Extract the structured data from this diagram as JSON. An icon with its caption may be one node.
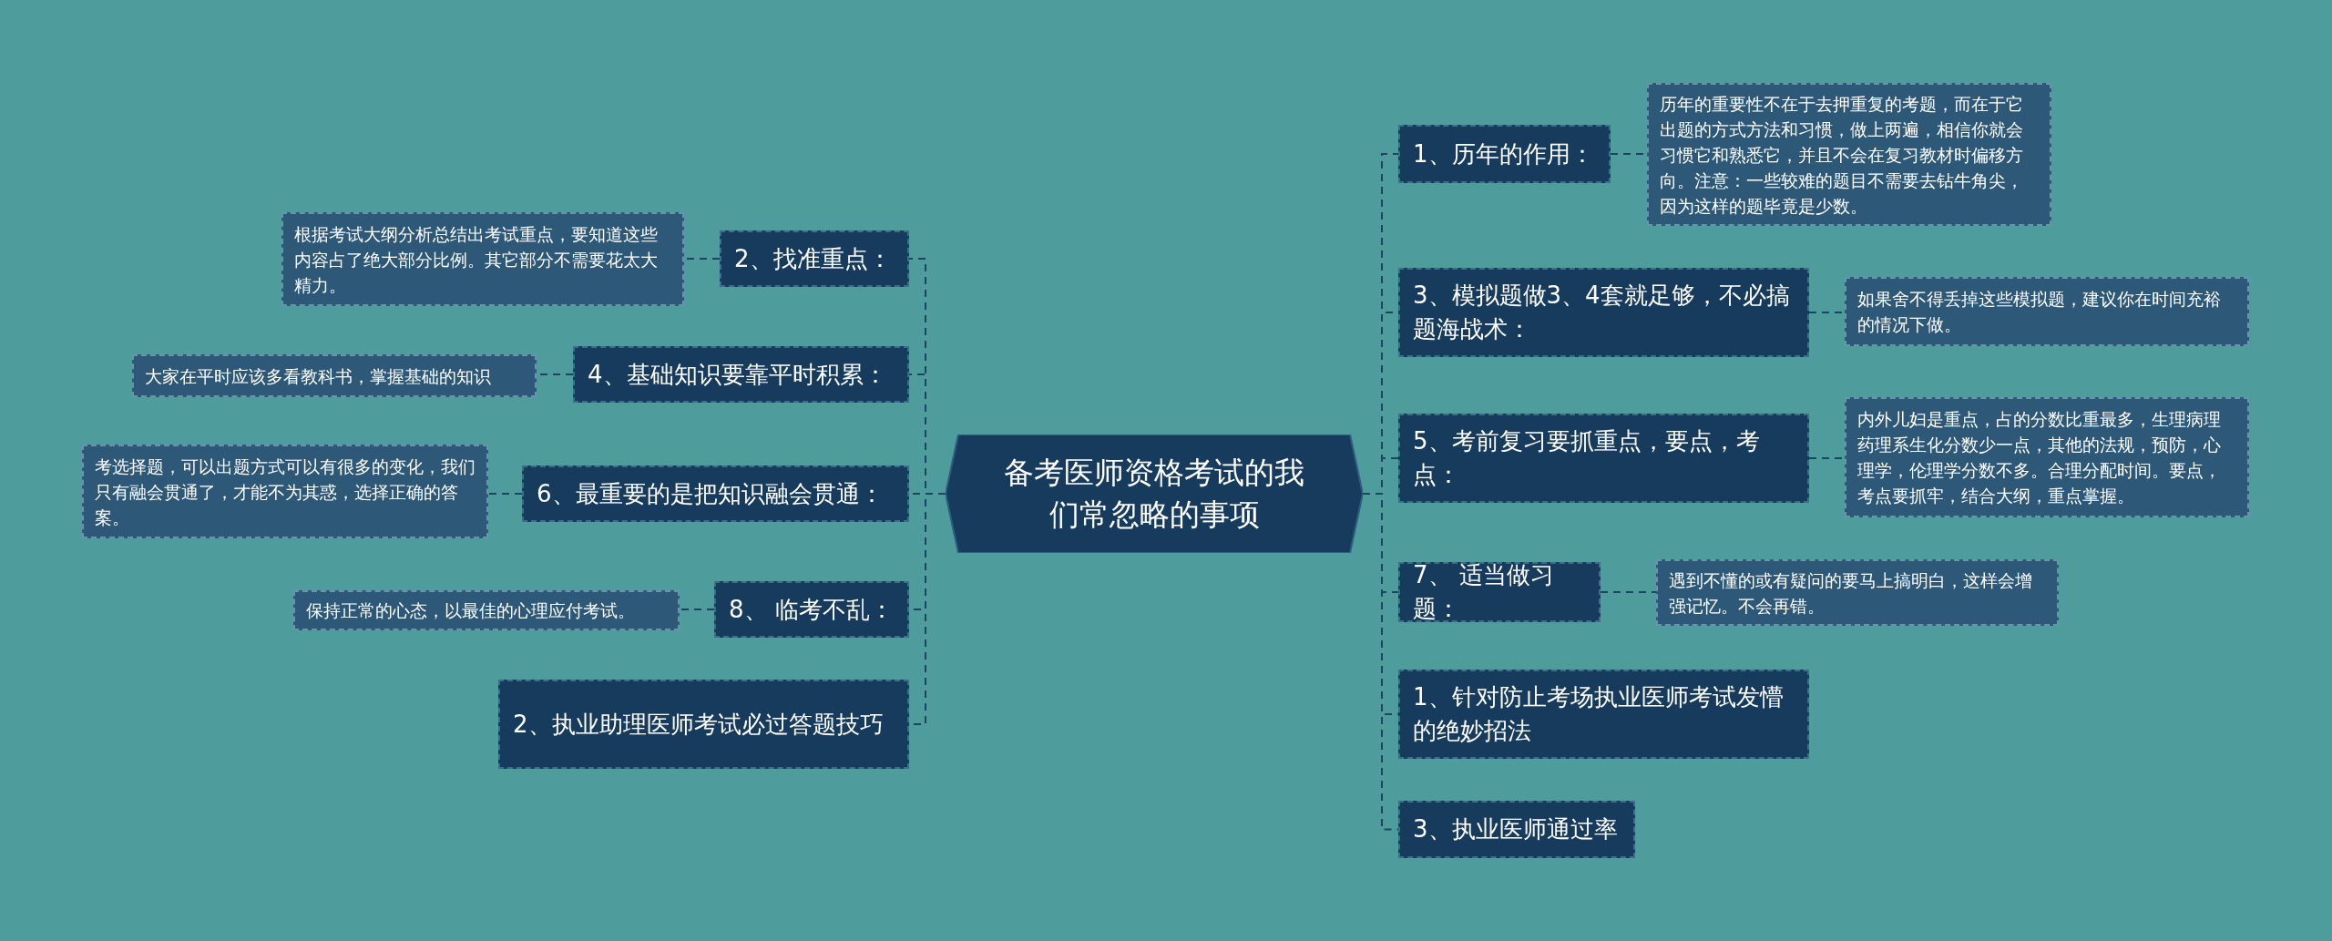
{
  "diagram": {
    "nodes": [
      {
        "text": [
          "备考医师资格考试的我们常忽略的事项"
        ]
      },
      {
        "text": [
          "2、找准重点："
        ]
      },
      {
        "text": [
          "根据考试大纲分析总结出考试重点，要知道这些内容占了绝大部分比例。其它部分不需要花太大精力。"
        ]
      },
      {
        "text": [
          "4、基础知识要靠平时积累："
        ]
      },
      {
        "text": [
          "大家在平时应该多看教科书，掌握基础的知识"
        ]
      },
      {
        "text": [
          "6、最重要的是把知识融会贯通："
        ]
      },
      {
        "text": [
          "考选择题，可以出题方式可以有很多的变化，我们只有融会贯通了，才能不为其惑，选择正确的答案。"
        ]
      },
      {
        "text": [
          "8、 临考不乱："
        ]
      },
      {
        "text": [
          "保持正常的心态，以最佳的心理应付考试。"
        ]
      },
      {
        "text": [
          "2、执业助理医师考试必过答题技巧"
        ]
      },
      {
        "text": [
          "1、历年的作用："
        ]
      },
      {
        "text": [
          "历年的重要性不在于去押重复的考题，而在于它出题的方式方法和习惯，做上两遍，相信你就会习惯它和熟悉它，并且不会在复习教材时偏移方向。注意：一些较难的题目不需要去钻牛角尖，因为这样的题毕竟是少数。"
        ]
      },
      {
        "text": [
          "3、模拟题做3、4套就足够，不必搞题海战术："
        ]
      },
      {
        "text": [
          "如果舍不得丢掉这些模拟题，建议你在时间充裕的情况下做。"
        ]
      },
      {
        "text": [
          "5、考前复习要抓重点，要点，考点："
        ]
      },
      {
        "text": [
          "内外儿妇是重点，占的分数比重最多，生理病理药理系生化分数少一点，其他的法规，预防，心理学，伦理学分数不多。合理分配时间。要点，考点要抓牢，结合大纲，重点掌握。"
        ]
      },
      {
        "text": [
          "7、 适当做习题："
        ]
      },
      {
        "text": [
          "遇到不懂的或有疑问的要马上搞明白，这样会增强记忆。不会再错。"
        ]
      },
      {
        "text": [
          "1、针对防止考场执业医师考试发懵的绝妙招法"
        ]
      },
      {
        "text": [
          "3、执业医师通过率"
        ]
      }
    ],
    "edges": [
      {
        "from": 0,
        "to": 1,
        "arrow": "none"
      },
      {
        "from": 1,
        "to": 2,
        "arrow": "none"
      },
      {
        "from": 0,
        "to": 3,
        "arrow": "none"
      },
      {
        "from": 3,
        "to": 4,
        "arrow": "none"
      },
      {
        "from": 0,
        "to": 5,
        "arrow": "none"
      },
      {
        "from": 5,
        "to": 6,
        "arrow": "none"
      },
      {
        "from": 0,
        "to": 7,
        "arrow": "none"
      },
      {
        "from": 7,
        "to": 8,
        "arrow": "none"
      },
      {
        "from": 0,
        "to": 9,
        "arrow": "none"
      },
      {
        "from": 0,
        "to": 10,
        "arrow": "none"
      },
      {
        "from": 10,
        "to": 11,
        "arrow": "none"
      },
      {
        "from": 0,
        "to": 12,
        "arrow": "none"
      },
      {
        "from": 12,
        "to": 13,
        "arrow": "none"
      },
      {
        "from": 0,
        "to": 14,
        "arrow": "none"
      },
      {
        "from": 14,
        "to": 15,
        "arrow": "none"
      },
      {
        "from": 0,
        "to": 16,
        "arrow": "none"
      },
      {
        "from": 16,
        "to": 17,
        "arrow": "none"
      },
      {
        "from": 0,
        "to": 18,
        "arrow": "none"
      },
      {
        "from": 0,
        "to": 19,
        "arrow": "none"
      }
    ]
  }
}
